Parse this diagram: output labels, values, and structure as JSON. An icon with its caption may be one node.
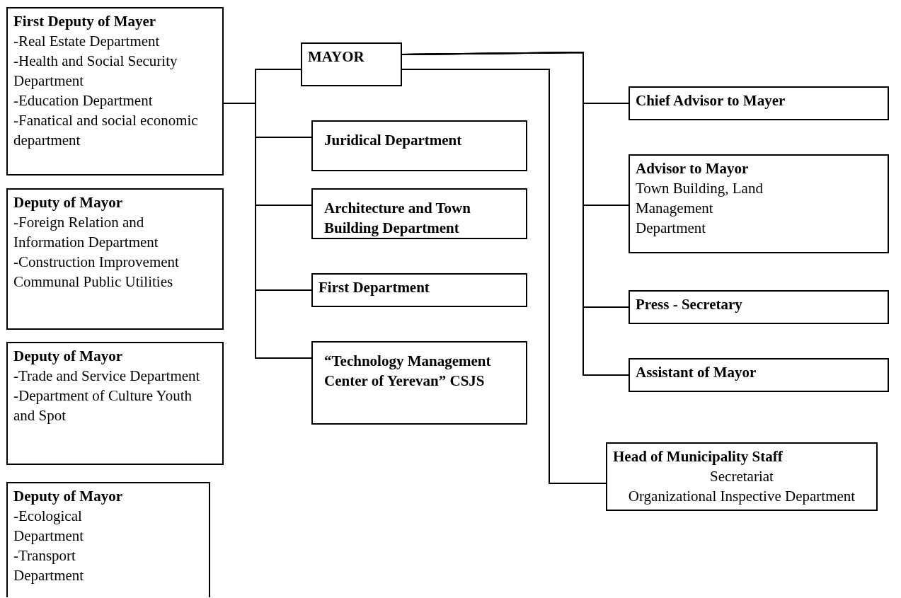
{
  "diagram": {
    "nodes": [
      {
        "text": [
          "First Deputy of Mayer",
          "-Real Estate Department",
          "-Health and Social Security Department",
          "-Education Department",
          "-Fanatical and social economic department"
        ]
      },
      {
        "text": [
          "Deputy of Mayor",
          "-Foreign Relation and Information Department",
          "-Construction Improvement Communal Public Utilities"
        ]
      },
      {
        "text": [
          "Deputy of Mayor",
          "-Trade and Service Department",
          "-Department of Culture Youth and Spot"
        ]
      },
      {
        "text": [
          "Deputy of Mayor",
          "-Ecological Department",
          "-Transport Department"
        ]
      },
      {
        "text": [
          "MAYOR"
        ]
      },
      {
        "text": [
          "Juridical Department"
        ]
      },
      {
        "text": [
          "Architecture and Town Building Department"
        ]
      },
      {
        "text": [
          "First Department"
        ]
      },
      {
        "text": [
          "“Technology Management Center of Yerevan” CSJS"
        ]
      },
      {
        "text": [
          "Chief Advisor to Mayer"
        ]
      },
      {
        "text": [
          "Advisor to Mayor",
          "Town Building, Land Management Department"
        ]
      },
      {
        "text": [
          "Press - Secretary"
        ]
      },
      {
        "text": [
          "Assistant of Mayor"
        ]
      },
      {
        "text": [
          "Head of Municipality Staff",
          "Secretariat",
          "Organizational Inspective Department"
        ]
      }
    ],
    "edges": [
      {
        "from": 4,
        "to": 0,
        "arrow": "none"
      },
      {
        "from": 4,
        "to": 5,
        "arrow": "none"
      },
      {
        "from": 4,
        "to": 6,
        "arrow": "none"
      },
      {
        "from": 4,
        "to": 7,
        "arrow": "none"
      },
      {
        "from": 4,
        "to": 8,
        "arrow": "none"
      },
      {
        "from": 4,
        "to": 9,
        "arrow": "none"
      },
      {
        "from": 4,
        "to": 10,
        "arrow": "none"
      },
      {
        "from": 4,
        "to": 11,
        "arrow": "none"
      },
      {
        "from": 4,
        "to": 12,
        "arrow": "none"
      },
      {
        "from": 4,
        "to": 13,
        "arrow": "none"
      }
    ]
  }
}
